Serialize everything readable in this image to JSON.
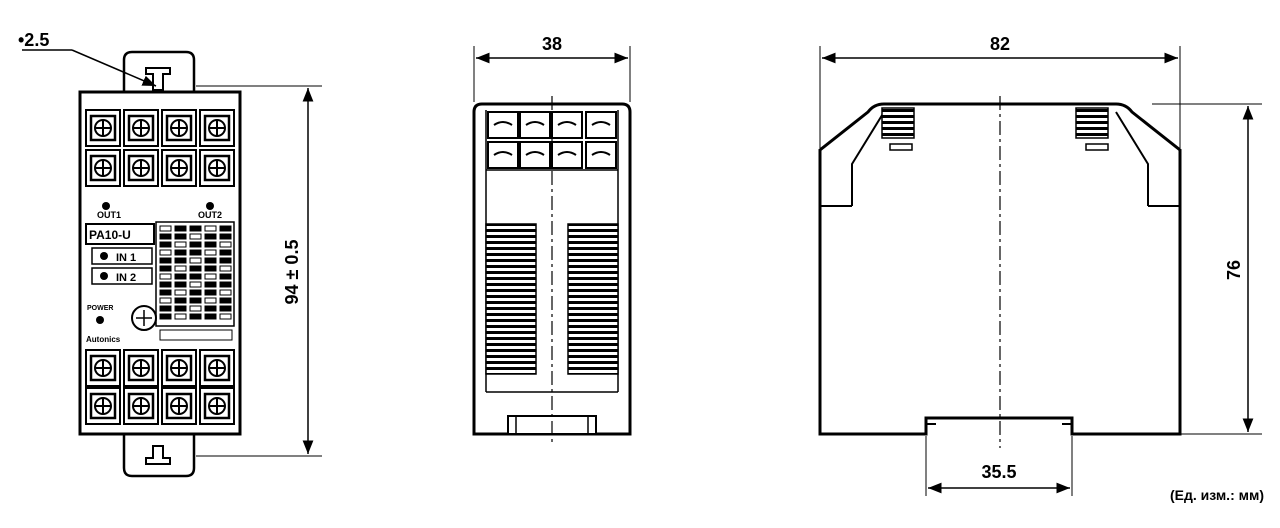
{
  "front_view": {
    "hole_label": "•2.5",
    "height_dim": "94 ± 0.5",
    "out1_label": "OUT1",
    "out2_label": "OUT2",
    "model_label": "PA10-U",
    "in1_label": "IN 1",
    "in2_label": "IN 2",
    "power_label": "POWER",
    "brand_label": "Autonics"
  },
  "side_view": {
    "width_dim": "38"
  },
  "end_view": {
    "width_dim": "82",
    "height_dim": "76",
    "rail_dim": "35.5"
  },
  "units_note": "(Ед. изм.: мм)"
}
